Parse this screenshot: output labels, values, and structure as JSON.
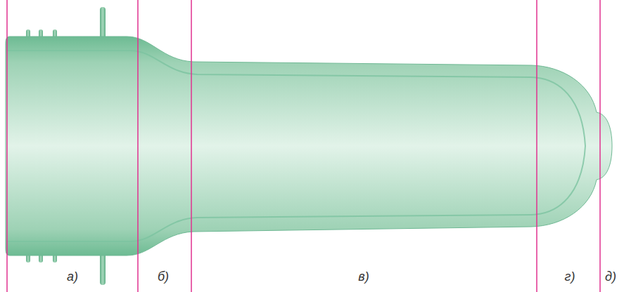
{
  "diagram": {
    "labels": [
      "а)",
      "б)",
      "в)",
      "г)",
      "д)"
    ]
  }
}
